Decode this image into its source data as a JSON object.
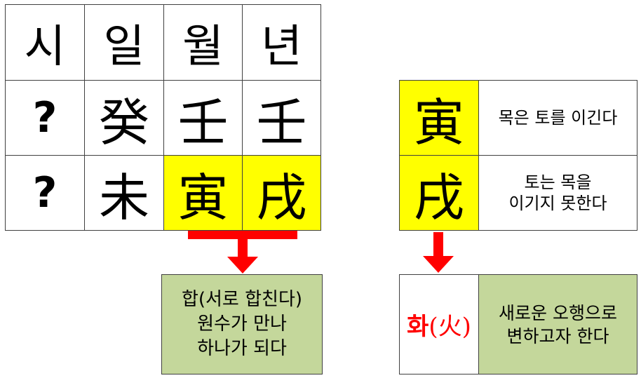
{
  "table": {
    "headers": [
      "시",
      "일",
      "월",
      "년"
    ],
    "row1": [
      "?",
      "癸",
      "壬",
      "壬"
    ],
    "row2": [
      "?",
      "未",
      "寅",
      "戌"
    ]
  },
  "merge_box": {
    "line1": "합(서로 합친다)",
    "line2": "원수가 만나",
    "line3": "하나가 되다"
  },
  "right": {
    "char_top": "寅",
    "char_bottom": "戌",
    "desc_top": "목은 토를 이긴다",
    "desc_bottom_1": "토는 목을",
    "desc_bottom_2": "이기지 못한다",
    "result_hangul": "화",
    "result_open": "(",
    "result_hanja": "火",
    "result_close": ")",
    "result_desc_1": "새로운 오행으로",
    "result_desc_2": "변하고자 한다"
  },
  "colors": {
    "yellow": "#ffff00",
    "green": "#c4d79b",
    "red": "#ff0000"
  }
}
